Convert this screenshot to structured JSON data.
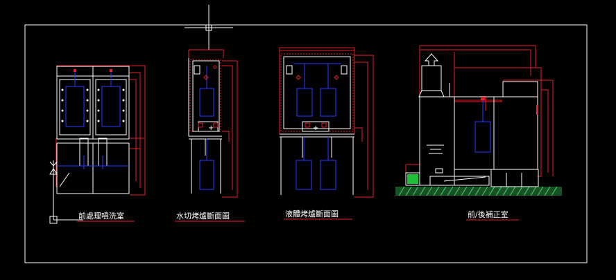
{
  "drawing": {
    "background": "#000000",
    "frame_color": "#ffffff",
    "colors": {
      "outline": "#ffffff",
      "dimension": "#e8202a",
      "equipment": "#2a3cff",
      "grass": "#1a9a3a",
      "hatch": "#2aa84a"
    },
    "views": [
      {
        "id": "pretreatment",
        "label": "前處理噴洗室"
      },
      {
        "id": "water-dry-oven",
        "label": "水切烤爐斷面圖"
      },
      {
        "id": "liquid-oven",
        "label": "液體烤爐斷面圖"
      },
      {
        "id": "touchup-room",
        "label": "前/後補正室"
      }
    ],
    "icons": [
      "crosshair-cursor-icon",
      "ucs-icon",
      "exhaust-arrow-icon"
    ]
  }
}
